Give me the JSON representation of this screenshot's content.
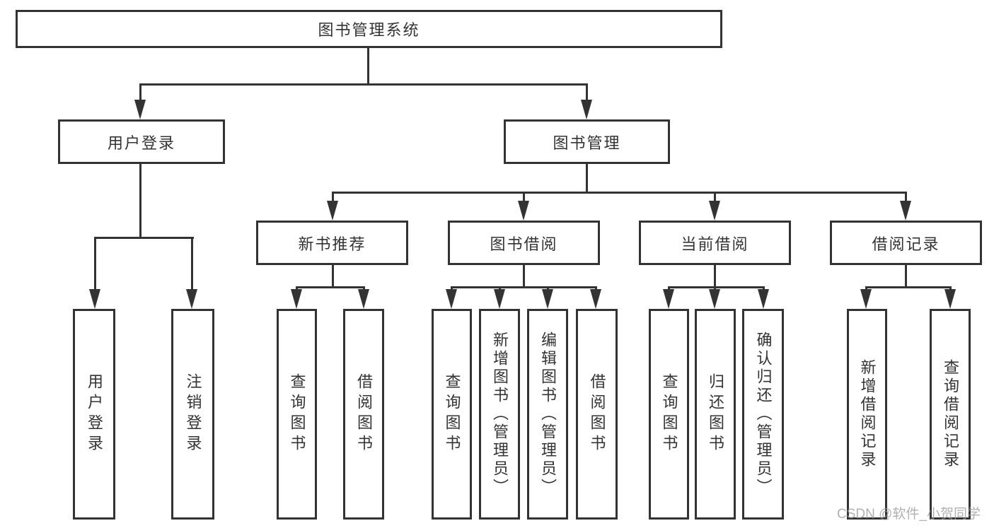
{
  "diagram": {
    "root": {
      "label": "图书管理系统"
    },
    "branches": [
      {
        "label": "用户登录",
        "children": [
          {
            "label": "用户登录"
          },
          {
            "label": "注销登录"
          }
        ]
      },
      {
        "label": "图书管理",
        "children": [
          {
            "label": "新书推荐",
            "children": [
              {
                "label": "查询图书"
              },
              {
                "label": "借阅图书"
              }
            ]
          },
          {
            "label": "图书借阅",
            "children": [
              {
                "label": "查询图书"
              },
              {
                "label": "新增图书（管理员）"
              },
              {
                "label": "编辑图书（管理员）"
              },
              {
                "label": "借阅图书"
              }
            ]
          },
          {
            "label": "当前借阅",
            "children": [
              {
                "label": "查询图书"
              },
              {
                "label": "归还图书"
              },
              {
                "label": "确认归还（管理员）"
              }
            ]
          },
          {
            "label": "借阅记录",
            "children": [
              {
                "label": "新增借阅记录"
              },
              {
                "label": "查询借阅记录"
              }
            ]
          }
        ]
      }
    ]
  },
  "watermark": {
    "text": "CSDN @软件_小贺同学"
  },
  "colors": {
    "line": "#333333",
    "text": "#333333",
    "background": "#ffffff",
    "watermark": "#9d9d9d"
  }
}
